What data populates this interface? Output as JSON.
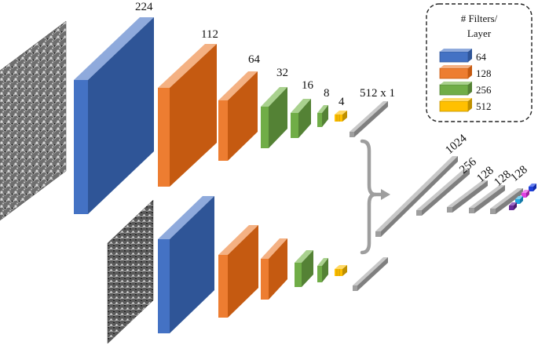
{
  "sizes": {
    "s224": "224",
    "s112": "112",
    "s64": "64",
    "s32": "32",
    "s16": "16",
    "s8": "8",
    "s4": "4",
    "feature": "512 x 1"
  },
  "fc_labels": [
    "1024",
    "256",
    "128",
    "128",
    "128"
  ],
  "legend": {
    "title_line1": "# Filters/",
    "title_line2": "Layer",
    "items": [
      {
        "label": "64",
        "color": "#4472C4"
      },
      {
        "label": "128",
        "color": "#ED7D31"
      },
      {
        "label": "256",
        "color": "#70AD47"
      },
      {
        "label": "512",
        "color": "#FFC000"
      }
    ]
  },
  "colors": {
    "blue": "#4472C4",
    "orange": "#ED7D31",
    "green": "#70AD47",
    "yellow": "#FFC000",
    "gray": "#9E9E9E",
    "output_blue": "#1F3FD8",
    "output_magenta": "#E040E0",
    "output_cyan": "#22A8E0",
    "output_purple": "#6A2C9A"
  }
}
